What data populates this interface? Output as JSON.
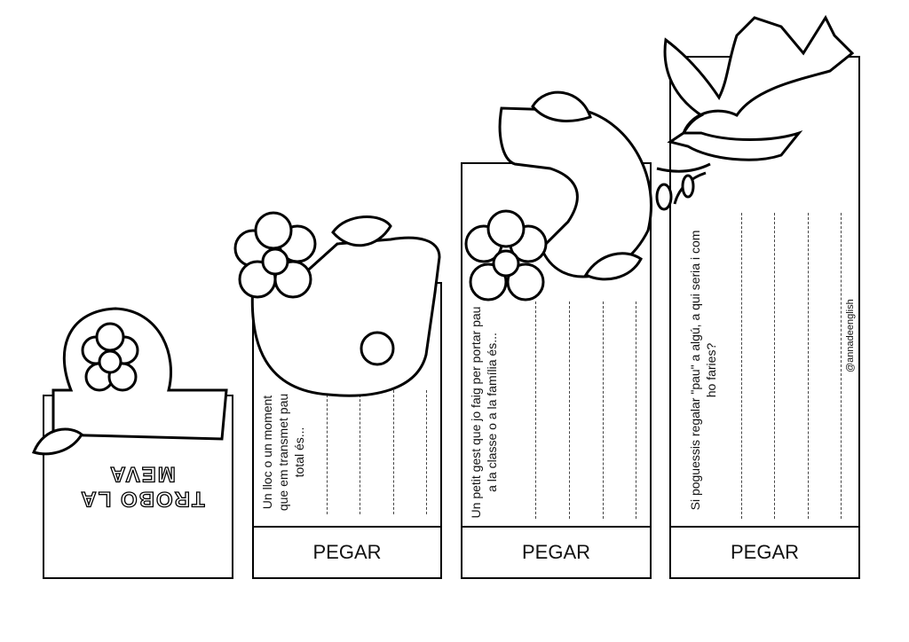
{
  "worksheet": {
    "card1": {
      "title": "TROBO LA MEVA"
    },
    "card2": {
      "prompt": "Un lloc o un moment que em transmet pau total és...",
      "paste_label": "PEGAR"
    },
    "card3": {
      "prompt": "Un petit gest que jo faig per portar pau a la classe o a la família és...",
      "paste_label": "PEGAR"
    },
    "card4": {
      "prompt": "Si poguessis regalar \"pau\" a algú, a qui seria i com ho faries?",
      "paste_label": "PEGAR"
    },
    "credit": "@annadeenglish"
  }
}
